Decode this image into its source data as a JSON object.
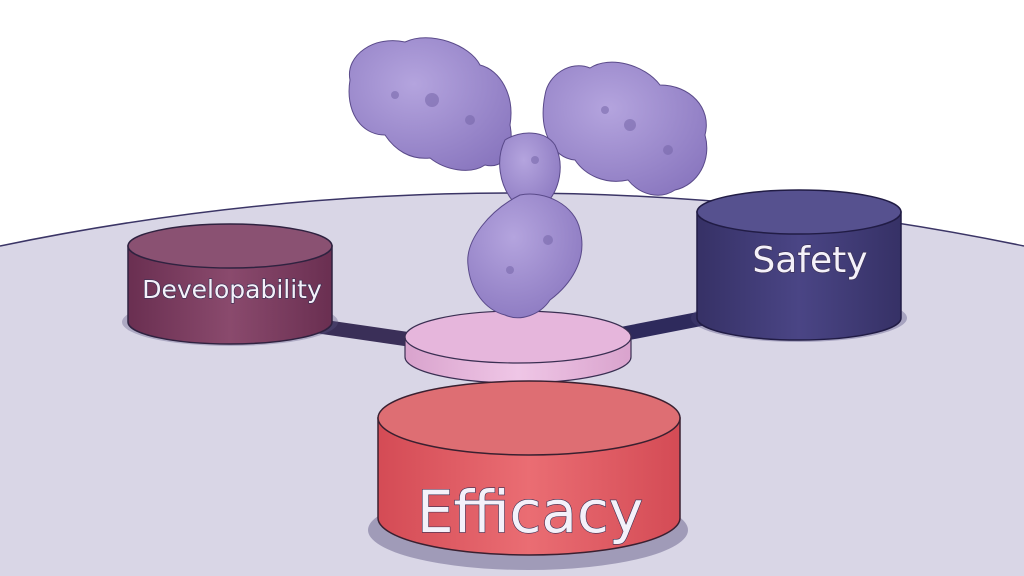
{
  "labels": {
    "developability": "Developability",
    "safety": "Safety",
    "efficacy": "Efficacy"
  },
  "colors": {
    "background": "#ffffff",
    "platform": "#d9d6e6",
    "developability": "#7a3b5f",
    "safety": "#3f3a73",
    "efficacy": "#e05a62",
    "hub": "#e6b9dc",
    "antibody": "#9b89c9"
  },
  "icons": {
    "center": "antibody-protein-icon"
  }
}
